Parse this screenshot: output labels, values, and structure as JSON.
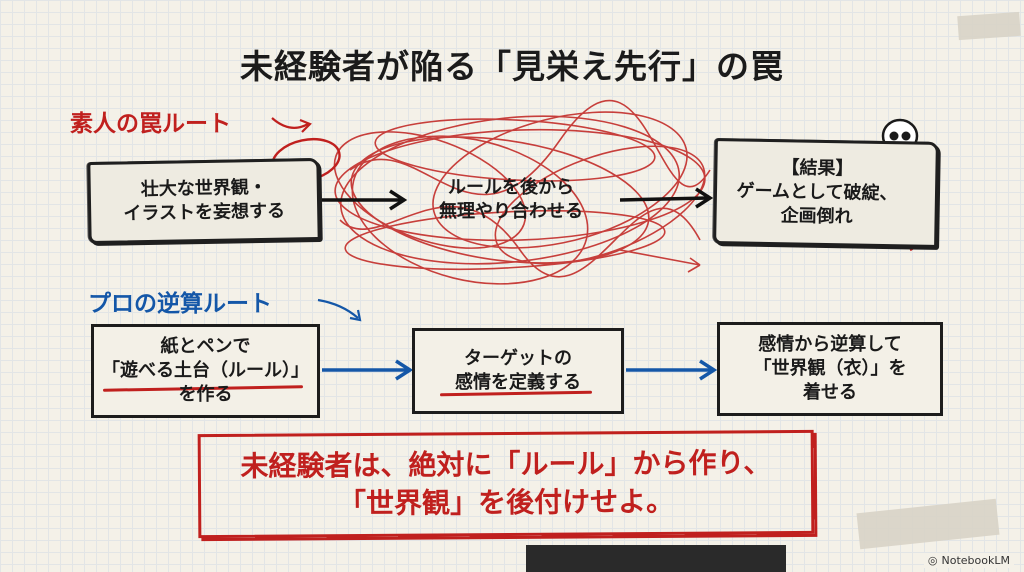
{
  "title": "未経験者が陥る「見栄え先行」の罠",
  "amateur_route": {
    "label": "素人の罠ルート",
    "steps": [
      "壮大な世界観・\nイラストを妄想する",
      "ルールを後から\n無理やり合わせる",
      "【結果】\nゲームとして破綻、\n企画倒れ"
    ]
  },
  "pro_route": {
    "label": "プロの逆算ルート",
    "steps": [
      "紙とペンで\n「遊べる土台（ルール）」\nを作る",
      "ターゲットの\n感情を定義する",
      "感情から逆算して\n「世界観（衣）」を\n着せる"
    ]
  },
  "conclusion": {
    "line1": "未経験者は、絶対に「ルール」から作り、",
    "line2": "「世界観」を後付けせよ。"
  },
  "brand": "NotebookLM",
  "colors": {
    "red": "#c0201e",
    "blue": "#1457a8",
    "ink": "#1f1f1f",
    "paper": "#f4f1e8"
  },
  "icons": [
    "skull-crossbones-icon",
    "notebook-logo-icon"
  ]
}
